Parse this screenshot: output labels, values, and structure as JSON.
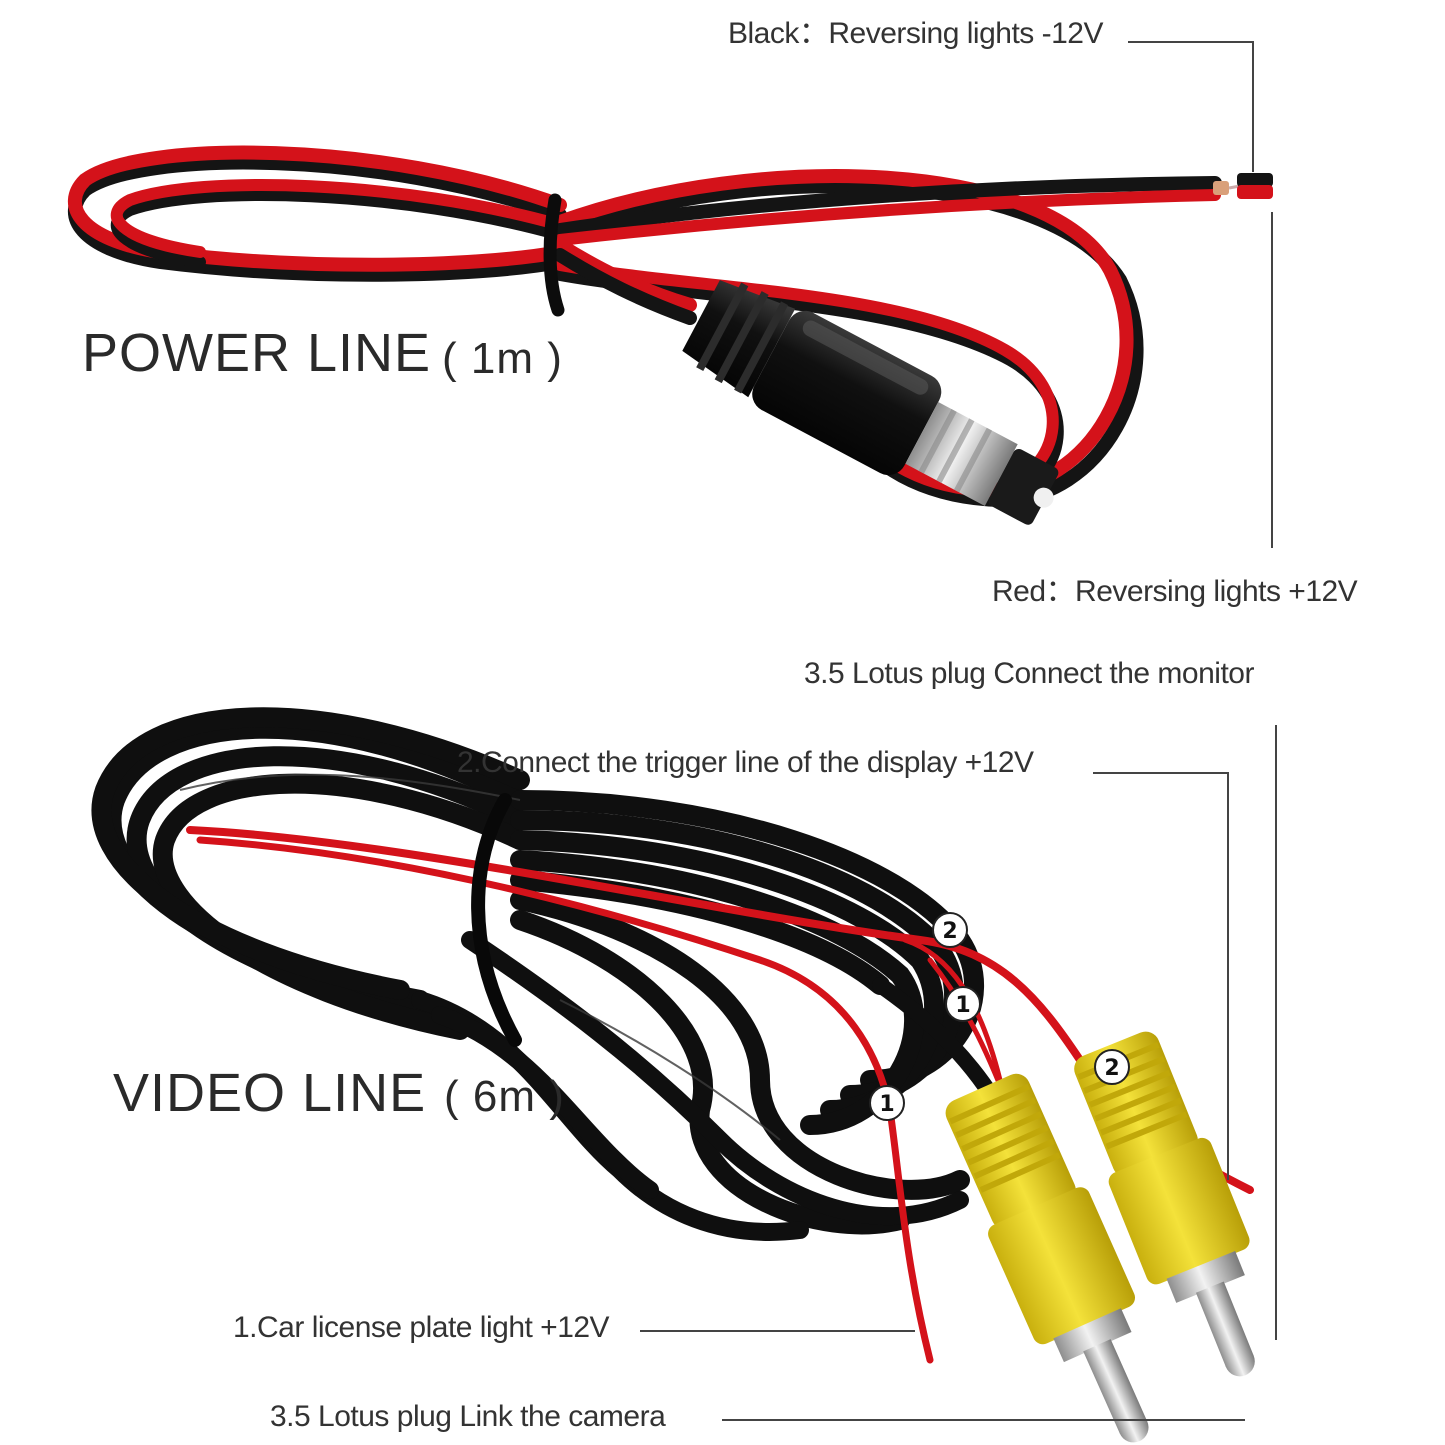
{
  "labels": {
    "black_wire": "Black：Reversing lights -12V",
    "red_wire": "Red：Reversing lights +12V",
    "power_line": "POWER  LINE",
    "power_line_length": "( 1m )",
    "lotus_monitor": "3.5 Lotus plug  Connect the monitor",
    "trigger_line": "2.Connect the trigger line of the display +12V",
    "video_line": "VIDEO  LINE",
    "video_line_length": "( 6m )",
    "plate_light": "1.Car license plate light +12V",
    "lotus_camera": "3.5 Lotus plug  Link the camera"
  },
  "badges": {
    "one": "1",
    "two": "2"
  },
  "colors": {
    "cable_red": "#d4121a",
    "cable_black": "#141414",
    "rca_yellow": "#e9d21c",
    "metal": "#b9b9b9",
    "text": "#333333"
  }
}
